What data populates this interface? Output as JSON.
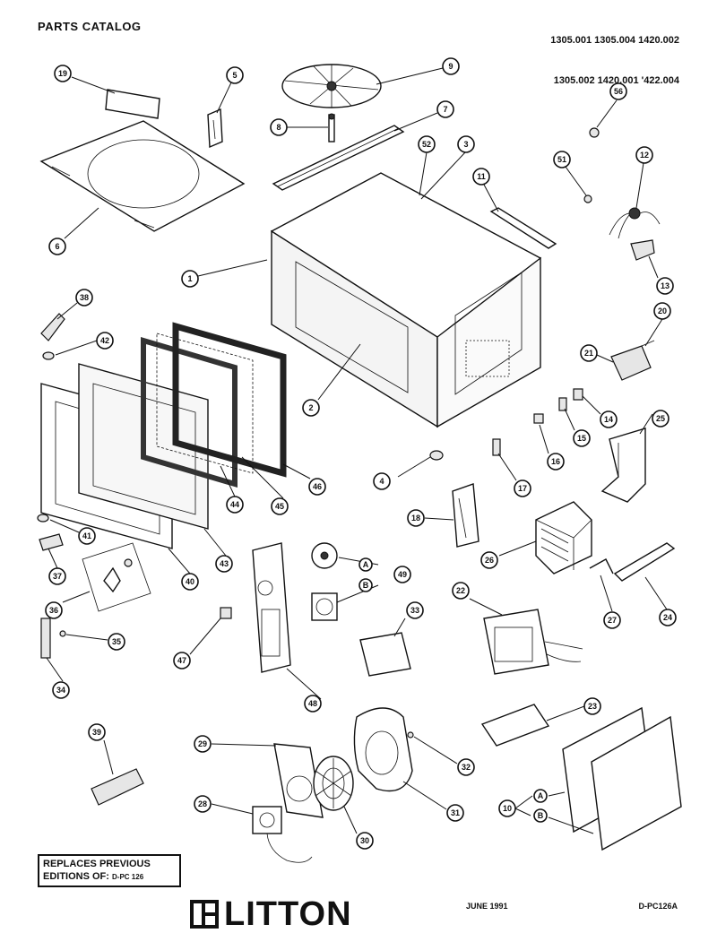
{
  "header": {
    "title": "PARTS CATALOG",
    "models_line1": "1305.001  1305.004  1420.002",
    "models_line2": "1305.002  1420.001  '422.004"
  },
  "callouts": [
    {
      "label": "19"
    },
    {
      "label": "5"
    },
    {
      "label": "9"
    },
    {
      "label": "8"
    },
    {
      "label": "7"
    },
    {
      "label": "56"
    },
    {
      "label": "52"
    },
    {
      "label": "3"
    },
    {
      "label": "11"
    },
    {
      "label": "51"
    },
    {
      "label": "12"
    },
    {
      "label": "6"
    },
    {
      "label": "1"
    },
    {
      "label": "13"
    },
    {
      "label": "38"
    },
    {
      "label": "42"
    },
    {
      "label": "20"
    },
    {
      "label": "21"
    },
    {
      "label": "2"
    },
    {
      "label": "14"
    },
    {
      "label": "15"
    },
    {
      "label": "16"
    },
    {
      "label": "25"
    },
    {
      "label": "4"
    },
    {
      "label": "17"
    },
    {
      "label": "44"
    },
    {
      "label": "45"
    },
    {
      "label": "46"
    },
    {
      "label": "18"
    },
    {
      "label": "26"
    },
    {
      "label": "41"
    },
    {
      "label": "43"
    },
    {
      "label": "49"
    },
    {
      "label": "37"
    },
    {
      "label": "40"
    },
    {
      "label": "22"
    },
    {
      "label": "27"
    },
    {
      "label": "24"
    },
    {
      "label": "36"
    },
    {
      "label": "33"
    },
    {
      "label": "35"
    },
    {
      "label": "47"
    },
    {
      "label": "34"
    },
    {
      "label": "48"
    },
    {
      "label": "39"
    },
    {
      "label": "23"
    },
    {
      "label": "29"
    },
    {
      "label": "32"
    },
    {
      "label": "31"
    },
    {
      "label": "28"
    },
    {
      "label": "30"
    },
    {
      "label": "10"
    }
  ],
  "sub_labels": [
    {
      "label": "A"
    },
    {
      "label": "B"
    },
    {
      "label": "A"
    },
    {
      "label": "B"
    }
  ],
  "footer": {
    "replaces_line1": "REPLACES PREVIOUS",
    "replaces_line2": "EDITIONS OF:",
    "replaces_code": "D-PC 126",
    "brand": "LITTON",
    "date": "JUNE 1991",
    "doc_number": "D-PC126A"
  }
}
